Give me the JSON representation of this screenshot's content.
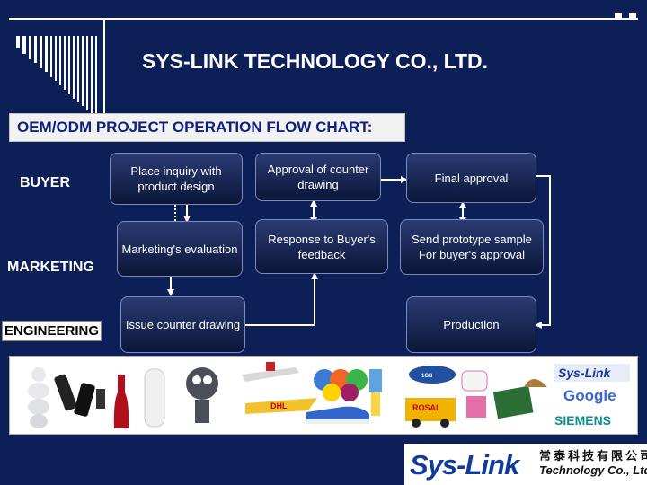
{
  "header": {
    "company_title": "SYS-LINK TECHNOLOGY CO., LTD.",
    "chart_title": "OEM/ODM PROJECT OPERATION FLOW CHART:"
  },
  "roles": {
    "buyer": "BUYER",
    "marketing": "MARKETING",
    "engineering": "ENGINEERING"
  },
  "nodes": {
    "place_inquiry": "Place inquiry with product design",
    "approval_counter": "Approval of counter drawing",
    "final_approval": "Final approval",
    "marketing_eval": "Marketing's evaluation",
    "response_feedback": "Response to Buyer's feedback",
    "send_prototype": "Send prototype sample For buyer's approval",
    "issue_counter": "Issue counter drawing",
    "production": "Production"
  },
  "product_strip": {
    "brand_labels": [
      "Sys-Link",
      "Google",
      "SIEMENS",
      "DHL",
      "ROSAI"
    ]
  },
  "logo": {
    "main": "Sys-Link",
    "chinese": "常泰科技有限公司",
    "english": "Technology Co., Ltd."
  },
  "colors": {
    "background": "#0d1f57",
    "node_fill": "#1a2a5e",
    "arrow": "#ffffff",
    "title_text": "#0d1f80"
  }
}
